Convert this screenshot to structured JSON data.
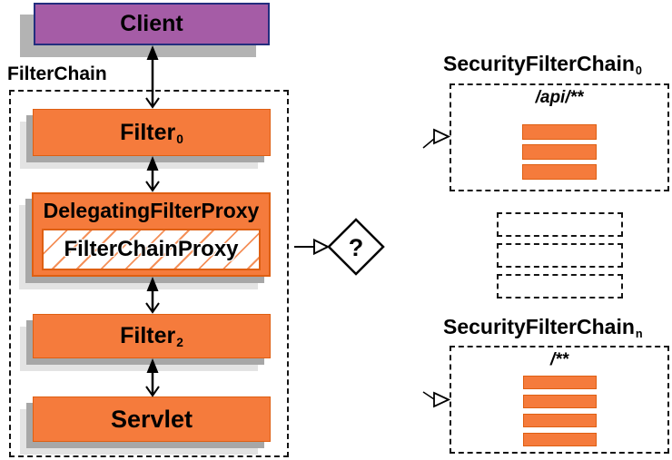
{
  "colors": {
    "orange": "#F57B3C",
    "orange-border": "#DE5F12",
    "hatch": "#F49059",
    "purple": "#A55CA6",
    "purple-border": "#232D7E",
    "shadow1": "#A7A7A7",
    "shadow2": "#E3E3E3",
    "client-shadow": "#B3B3B3"
  },
  "client": {
    "label": "Client"
  },
  "filterchain": {
    "label": "FilterChain"
  },
  "filter0": {
    "base": "Filter",
    "sub": "0"
  },
  "dfp": {
    "label": "DelegatingFilterProxy"
  },
  "fcp": {
    "label": "FilterChainProxy"
  },
  "filter2": {
    "base": "Filter",
    "sub": "2"
  },
  "servlet": {
    "label": "Servlet"
  },
  "decision": {
    "label": "?"
  },
  "chain0": {
    "base": "SecurityFilterChain",
    "sub": "0",
    "pattern": "/api/**",
    "bars": 3
  },
  "chain_n": {
    "base": "SecurityFilterChain",
    "sub": "n",
    "pattern": "/**",
    "bars": 4
  },
  "ellipsis": {
    "count": 3
  }
}
